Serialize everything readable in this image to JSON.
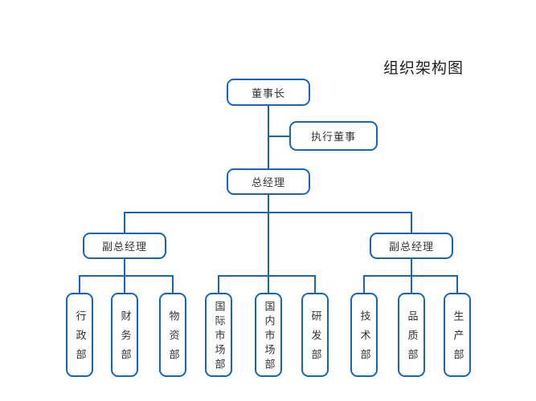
{
  "title": "组织架构图",
  "colors": {
    "line": "#1565c0",
    "box_border": "#1565c0",
    "box_fill": "#ffffff",
    "text": "#333333",
    "title_text": "#1f1f1f",
    "background": "#ffffff"
  },
  "org": {
    "chairman": {
      "label": "董事长"
    },
    "executive_director": {
      "label": "执行董事"
    },
    "general_manager": {
      "label": "总经理"
    },
    "deputy_gm_left": {
      "label": "副总经理"
    },
    "deputy_gm_right": {
      "label": "副总经理"
    },
    "departments": {
      "left_group": [
        "行政部",
        "财务部",
        "物资部"
      ],
      "middle_group": [
        "国际市场部",
        "国内市场部",
        "研发部"
      ],
      "right_group": [
        "技术部",
        "品质部",
        "生产部"
      ]
    }
  }
}
